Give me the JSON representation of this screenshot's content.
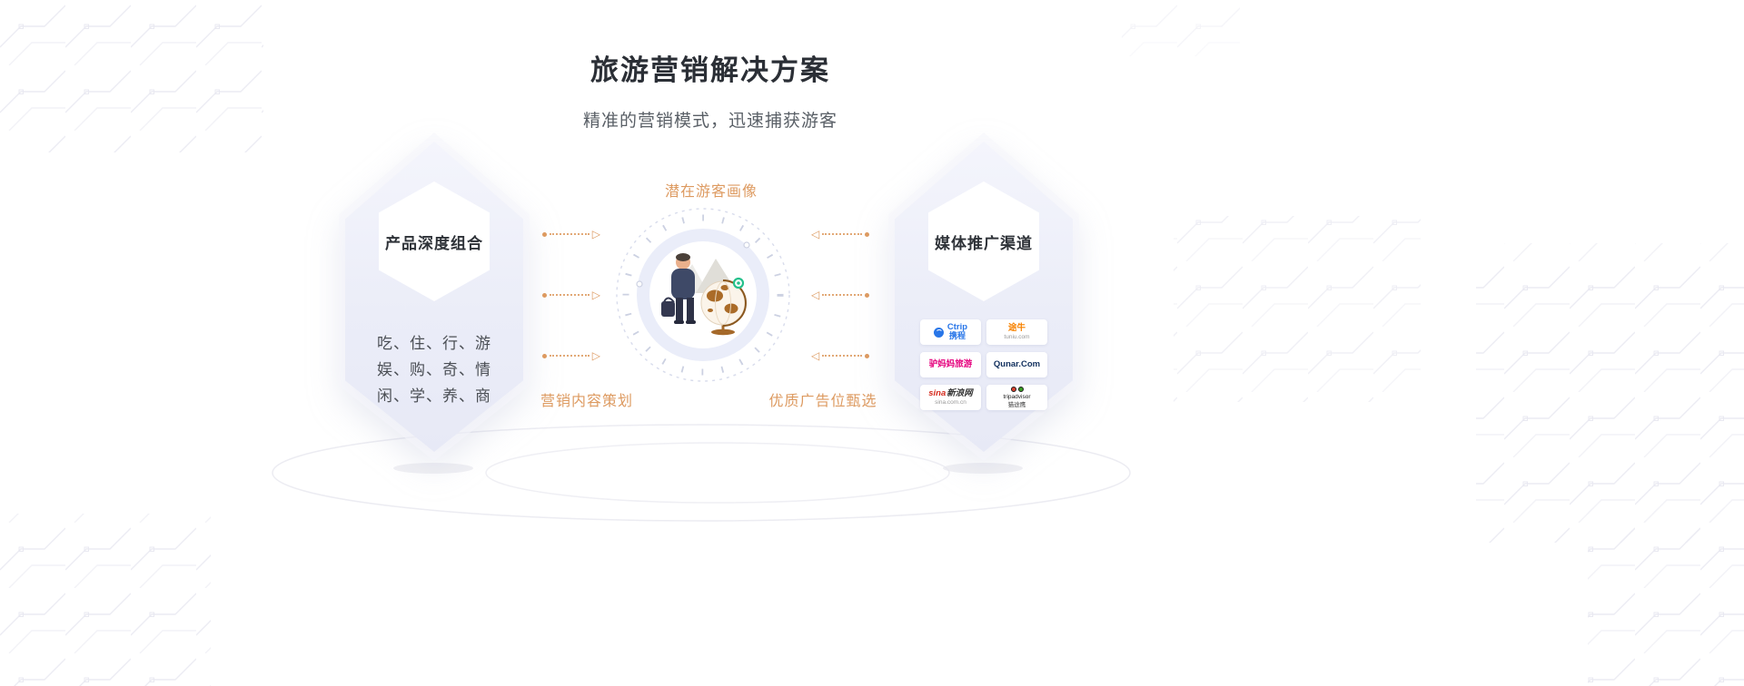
{
  "colors": {
    "accent": "#dd9a60",
    "title": "#2b2f36",
    "subtitle": "#595f66",
    "ctrip-blue": "#2876e8",
    "tuniu-orange": "#f78200",
    "lvmama-pink": "#e5017d",
    "qunar-dark": "#12305e",
    "sina-red": "#d52b1e",
    "dark-text": "#333333",
    "tripadvisor-black": "#1b1b1b"
  },
  "header": {
    "title": "旅游营销解决方案",
    "subtitle": "精准的营销模式，迅速捕获游客"
  },
  "left_card": {
    "title": "产品深度组合",
    "lines": [
      "吃、住、行、游",
      "娱、购、奇、情",
      "闲、学、养、商"
    ]
  },
  "center": {
    "top_label": "潜在游客画像",
    "bottom_left_label": "营销内容策划",
    "bottom_right_label": "优质广告位甄选"
  },
  "right_card": {
    "title": "媒体推广渠道",
    "logos": [
      {
        "name": "ctrip",
        "line1": "Ctrip",
        "line2": "携程"
      },
      {
        "name": "tuniu",
        "line1": "途牛",
        "line2": "tuniu.com"
      },
      {
        "name": "lvmama",
        "line1": "驴妈妈旅游",
        "line2": ""
      },
      {
        "name": "qunar",
        "line1": "Qunar.Com",
        "line2": ""
      },
      {
        "name": "sina",
        "line1": "sina",
        "line1b": "新浪网",
        "line2": "sina.com.cn"
      },
      {
        "name": "tripadvisor",
        "line1": "tripadvisor",
        "line2": "猫途鹰"
      }
    ]
  }
}
